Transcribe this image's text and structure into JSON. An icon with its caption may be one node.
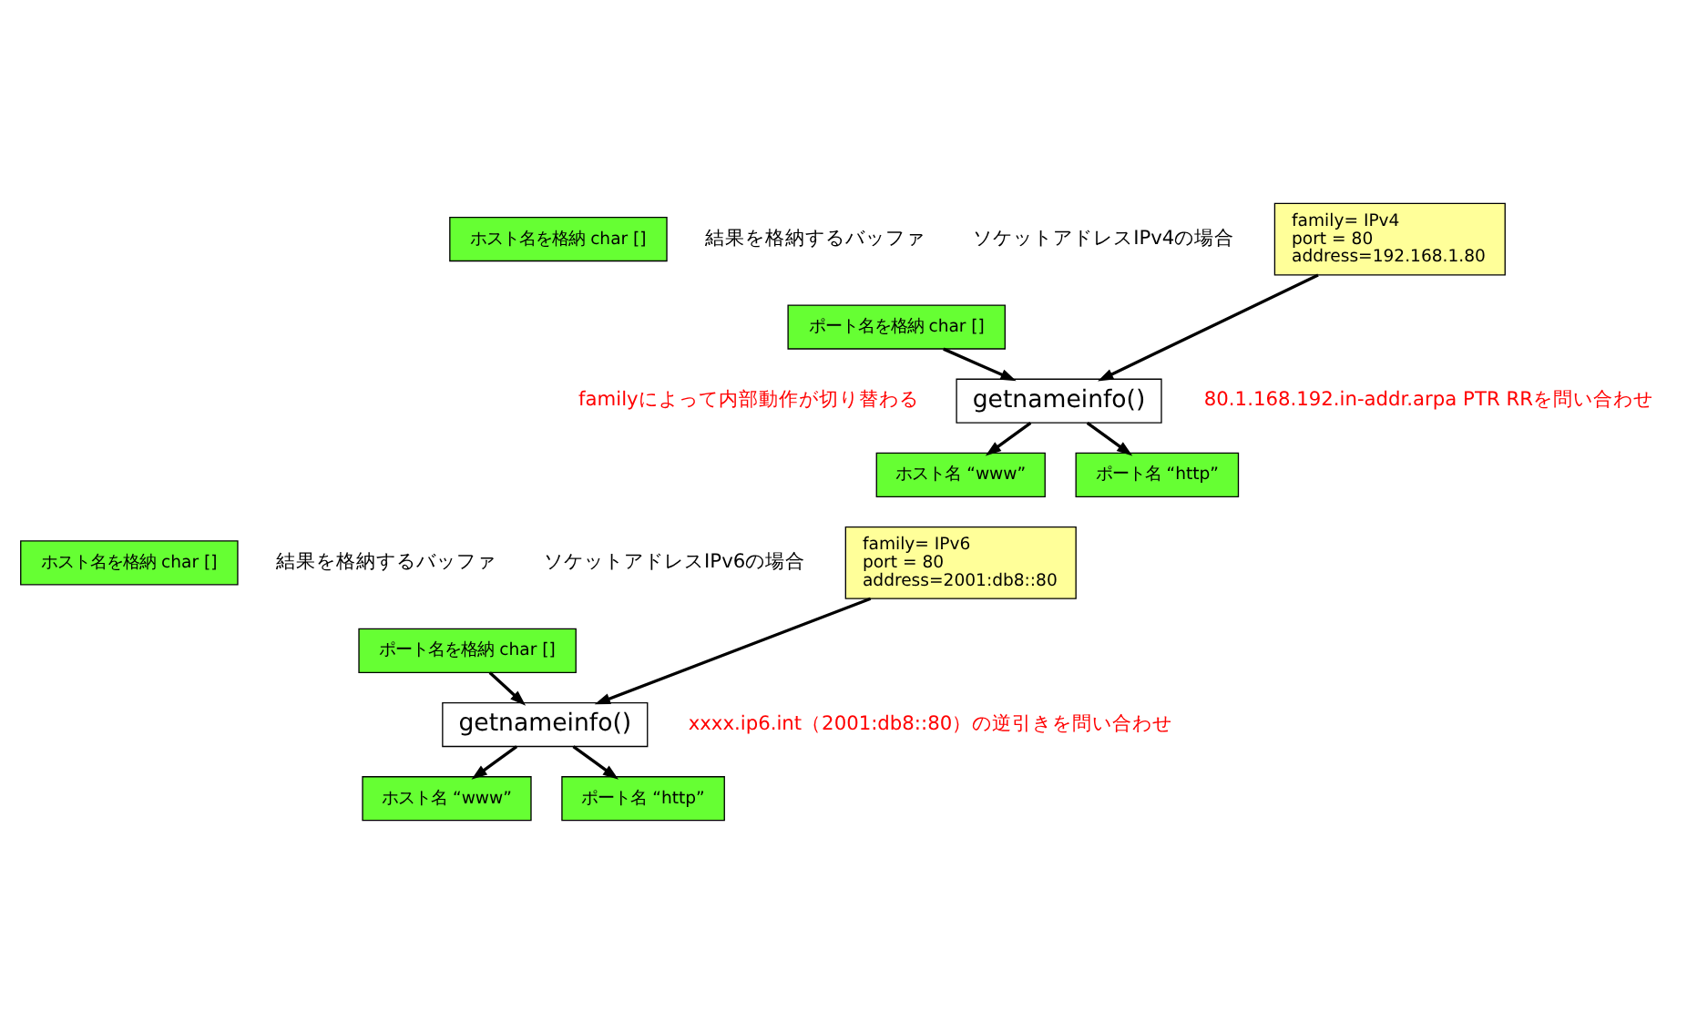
{
  "diagram": {
    "nodes": [
      {
        "text": [
          "family= IPv4",
          "port = 80",
          "address=192.168.1.80"
        ],
        "beside": [
          "ソケットアドレスIPv4の場合"
        ]
      },
      {
        "text": [
          "ホスト名を格納 char []"
        ]
      },
      {
        "text": [
          "ポート名を格納 char []"
        ]
      },
      {
        "text": [
          "getnameinfo()"
        ],
        "beside": [
          "80.1.168.192.in-addr.arpa PTR RRを問い合わせ"
        ]
      },
      {
        "text": [
          "ホスト名 “www”"
        ]
      },
      {
        "text": [
          "ポート名 “http”"
        ]
      },
      {
        "text": [
          "family= IPv6",
          "port = 80",
          "address=2001:db8::80"
        ],
        "beside": [
          "ソケットアドレスIPv6の場合"
        ]
      },
      {
        "text": [
          "ホスト名を格納 char []"
        ]
      },
      {
        "text": [
          "ポート名を格納 char []"
        ]
      },
      {
        "text": [
          "getnameinfo()"
        ],
        "beside": [
          "xxxx.ip6.int（2001:db8::80）の逆引きを問い合わせ"
        ]
      },
      {
        "text": [
          "ホスト名 “www”"
        ]
      },
      {
        "text": [
          "ポート名 “http”"
        ]
      }
    ],
    "edges": [
      {
        "from": 0,
        "to": 3,
        "arrow": "to"
      },
      {
        "from": 2,
        "to": 3,
        "arrow": "to"
      },
      {
        "from": 3,
        "to": 4,
        "arrow": "to"
      },
      {
        "from": 3,
        "to": 5,
        "arrow": "to"
      },
      {
        "from": 6,
        "to": 9,
        "arrow": "to"
      },
      {
        "from": 8,
        "to": 9,
        "arrow": "to"
      },
      {
        "from": 9,
        "to": 10,
        "arrow": "to"
      },
      {
        "from": 9,
        "to": 11,
        "arrow": "to"
      }
    ],
    "labels": [
      "結果を格納するバッファ",
      "familyによって内部動作が切り替わる",
      "結果を格納するバッファ"
    ]
  }
}
